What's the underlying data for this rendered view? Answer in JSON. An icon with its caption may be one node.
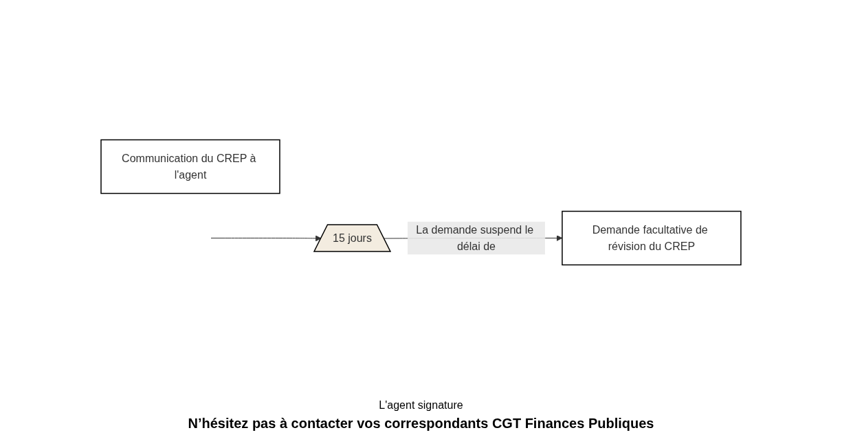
{
  "diagram": {
    "nodes": [
      {
        "text": [
          "Communication du CREP à l'agent"
        ]
      },
      {
        "text": [
          "15 jours"
        ]
      },
      {
        "text": [
          "Demande facultative de révision du CREP"
        ]
      }
    ],
    "edges": [
      {
        "from": 1,
        "to": 2,
        "arrow": "to",
        "label": "La demande suspend le délai de"
      },
      {
        "from": null,
        "to": 1,
        "arrow": "to"
      }
    ],
    "labels": [
      "L'agent signature",
      "N’hésitez pas à contacter vos correspondants CGT Finances Publiques"
    ]
  }
}
